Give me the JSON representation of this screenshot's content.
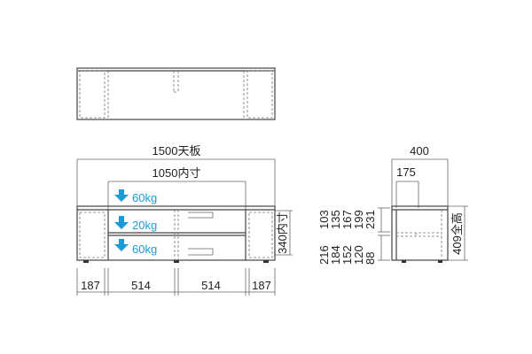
{
  "colors": {
    "line": "#444444",
    "weight_label": "#1a9bd7",
    "arrow": "#1a9bd7",
    "background": "#ffffff"
  },
  "icons": {
    "weight_arrow": "down-arrow-icon"
  },
  "front_view": {
    "top_width_label": "1500天板",
    "inner_width_label": "1050内寸",
    "inner_height_label": "340内寸",
    "loads": [
      "60kg",
      "20kg",
      "60kg"
    ],
    "bottom_dims": [
      "187",
      "514",
      "514",
      "187"
    ]
  },
  "side_view": {
    "depth_label": "400",
    "inner_depth_label": "175",
    "total_height_label": "409全高",
    "shelf_columns": [
      [
        "216",
        "184",
        "152",
        "120",
        "88"
      ],
      [
        "103",
        "135",
        "167",
        "199",
        "231"
      ]
    ]
  }
}
